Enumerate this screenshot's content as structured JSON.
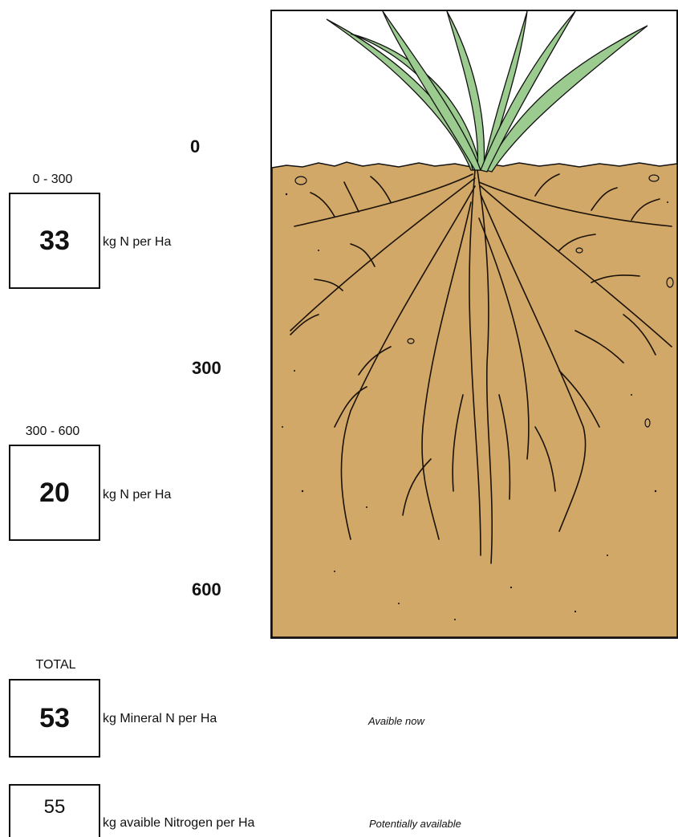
{
  "layers": [
    {
      "range_label": "0 - 300",
      "value": "33",
      "unit": "kg N per Ha"
    },
    {
      "range_label": "300 - 600",
      "value": "20",
      "unit": "kg N per Ha"
    }
  ],
  "depth_marks": [
    "0",
    "300",
    "600"
  ],
  "total": {
    "label": "TOTAL",
    "value": "53",
    "unit": "kg Mineral N per Ha",
    "note": "Avaible now"
  },
  "potential": {
    "value": "55",
    "unit": "kg avaible Nitrogen per Ha",
    "note": "Potentially available"
  },
  "colors": {
    "soil": "#d2a868",
    "grass": "#9bcb8e",
    "roots": "#1a1208",
    "outline": "#111111"
  }
}
